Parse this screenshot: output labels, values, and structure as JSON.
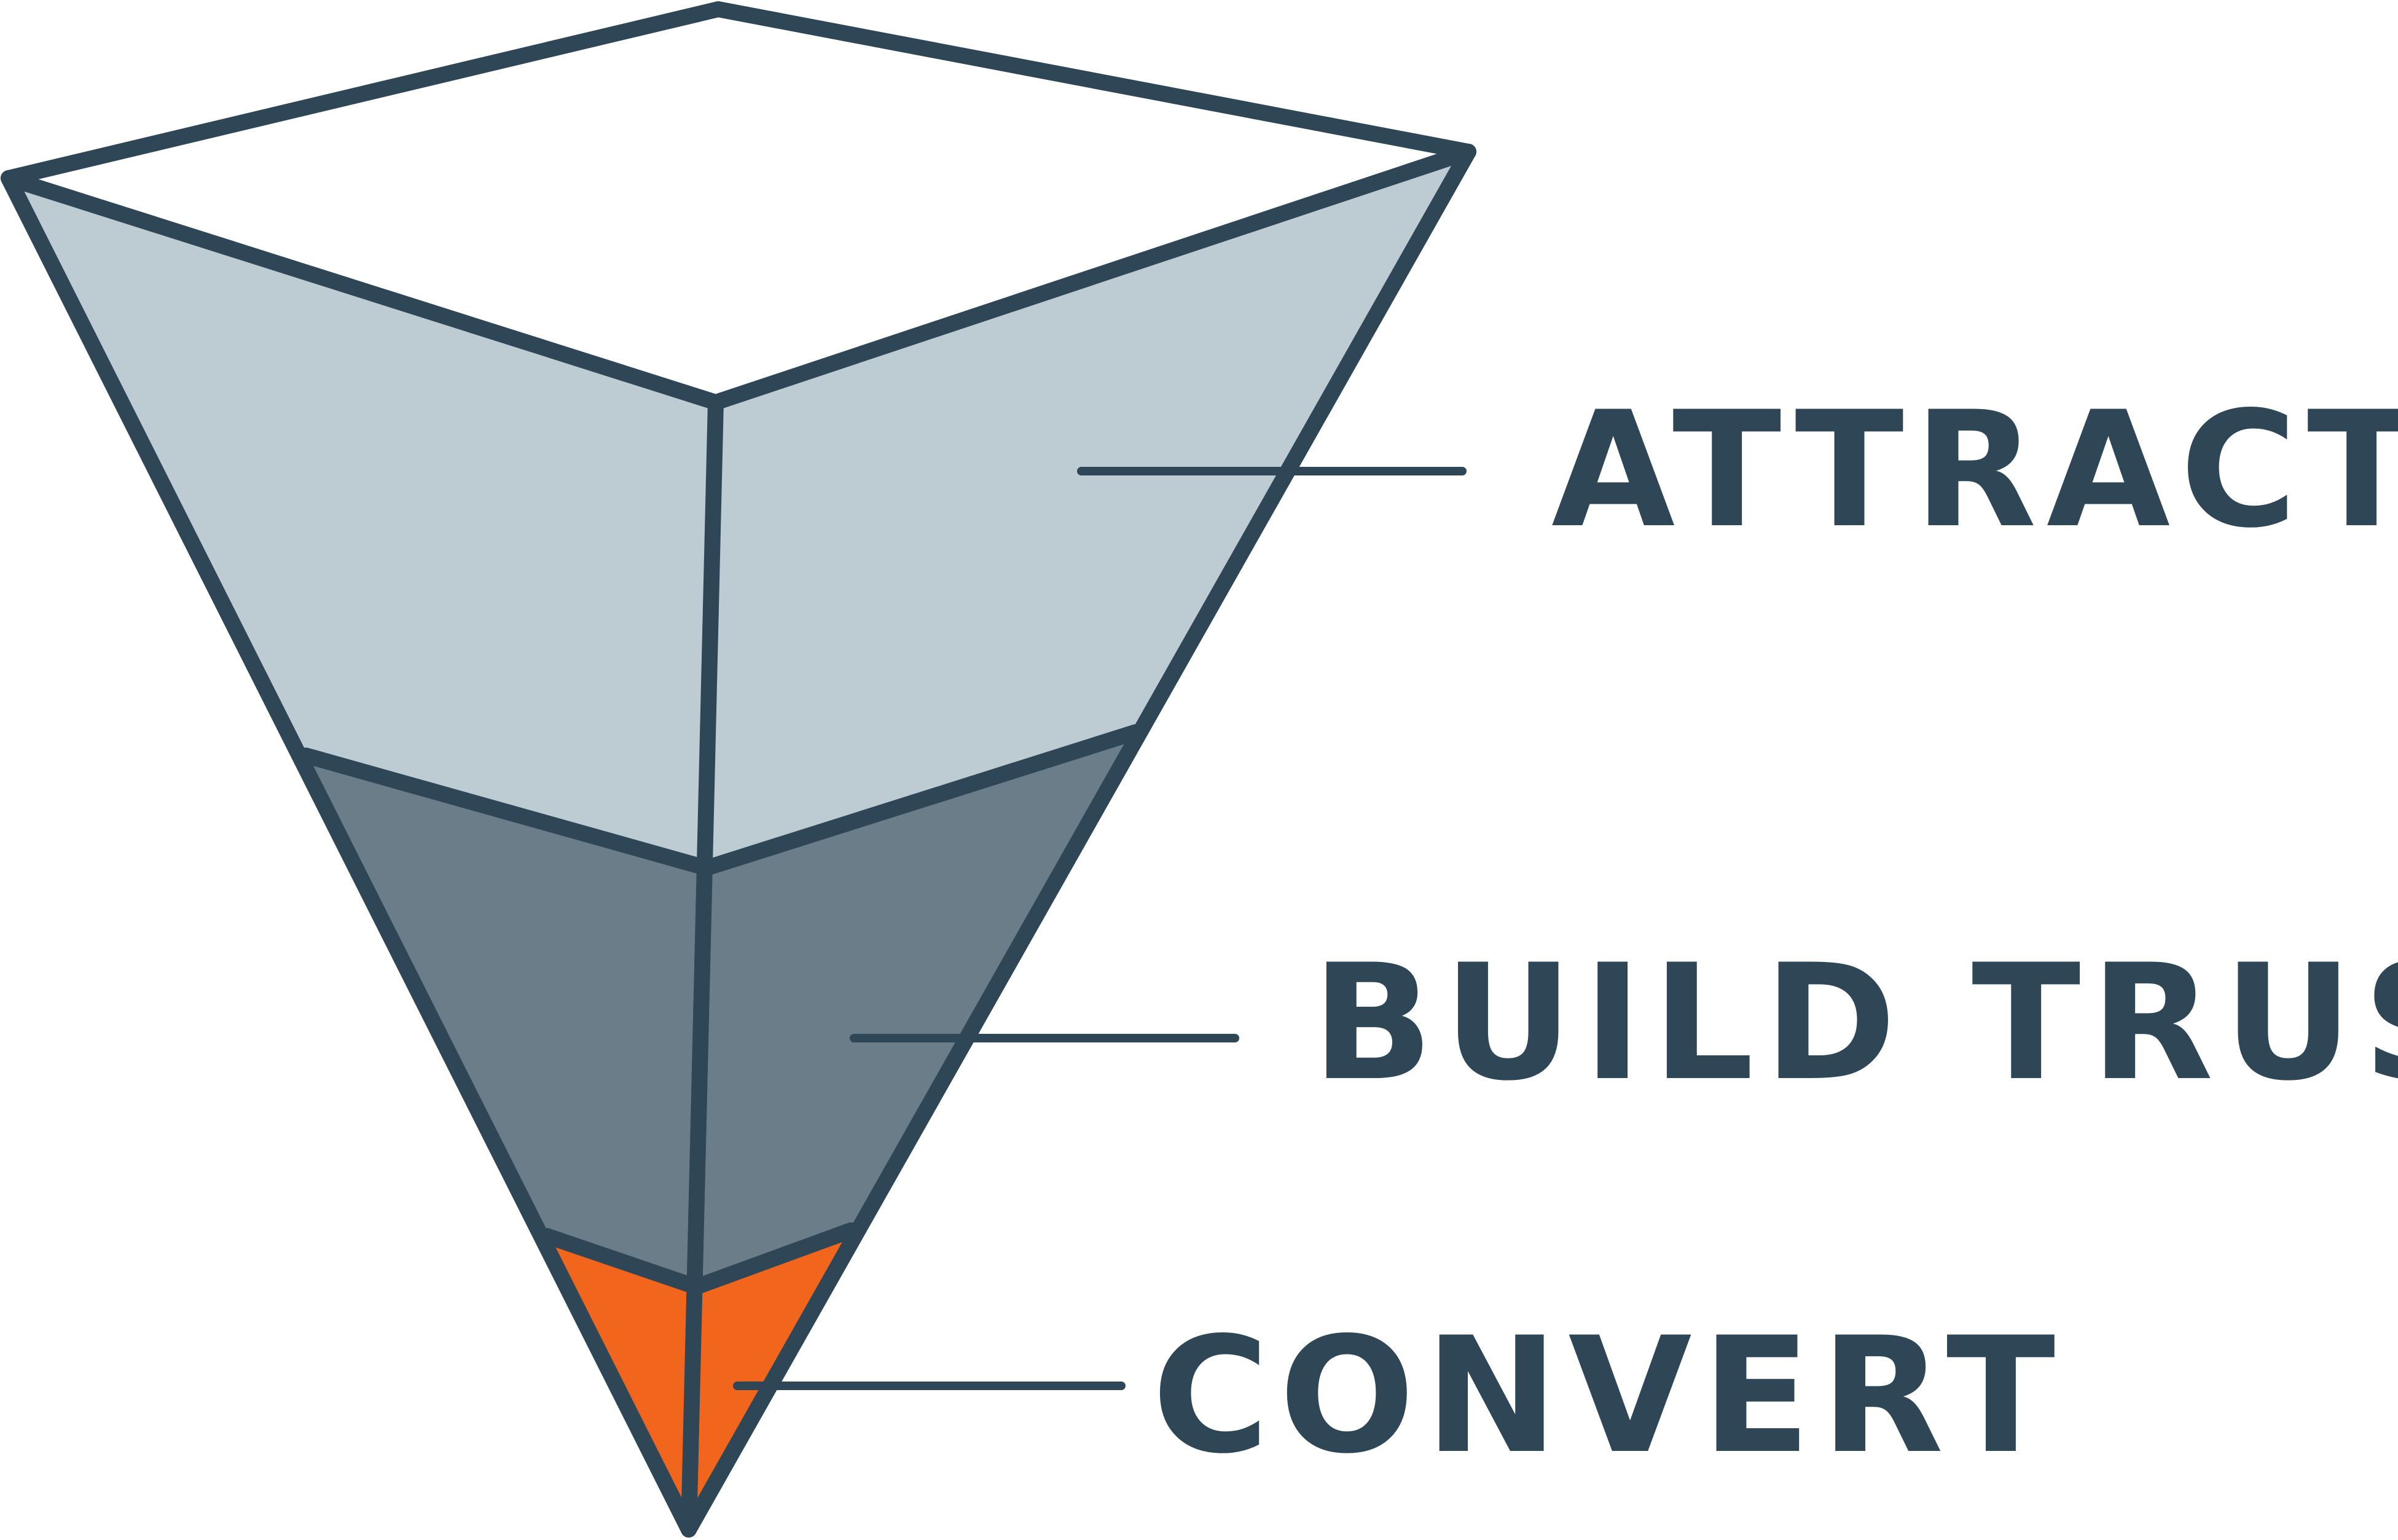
{
  "diagram": {
    "type": "funnel",
    "colors": {
      "outline": "#2e4656",
      "top_face": "#ffffff",
      "stage_attract": "#bdcbd3",
      "stage_build_trust": "#6b7d88",
      "stage_convert": "#f2651c",
      "background": "#ffffff"
    },
    "stages": [
      {
        "id": "attract",
        "label": "ATTRACT"
      },
      {
        "id": "build-trust",
        "label": "BUILD TRUST"
      },
      {
        "id": "convert",
        "label": "CONVERT"
      }
    ]
  }
}
